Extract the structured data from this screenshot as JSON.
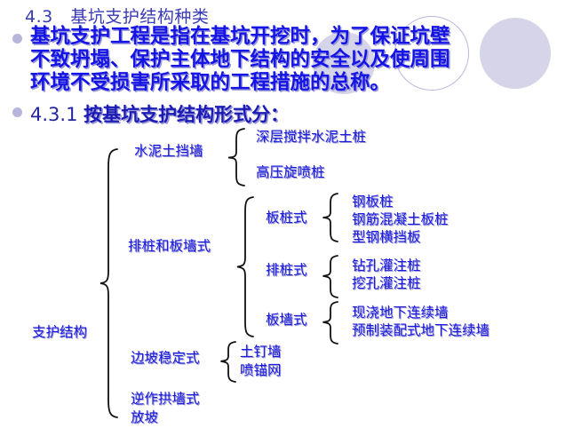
{
  "slide": {
    "title": {
      "number": "4.3",
      "text": "基坑支护结构种类"
    },
    "paragraph": {
      "lines": [
        "基坑支护工程是指在基坑开挖时，为了保证坑壁",
        "不致坍塌、保护主体地下结构的安全以及使周围",
        "环境不受损害所采取的工程措施的总称。"
      ]
    },
    "subheading": {
      "number": "4.3.1",
      "text": "按基坑支护结构形式分："
    },
    "colors": {
      "title": "#3a3ab5",
      "body_blue": "#1414e6",
      "shadow_violet": "#9a98d8",
      "bullet": "#b7b5dc",
      "deco_fill": "#d5d4e8",
      "deco_ring": "#b9b7d8",
      "brace": "#000000",
      "background": "#ffffff"
    }
  },
  "tree": {
    "root": "支护结构",
    "level1": [
      {
        "label": "水泥土挡墙"
      },
      {
        "label": "排桩和板墙式"
      },
      {
        "label": "边坡稳定式"
      },
      {
        "label": "逆作拱墙式"
      },
      {
        "label": "放坡"
      }
    ],
    "cement_wall_items": [
      "深层搅拌水泥土桩",
      "高压旋喷桩"
    ],
    "level2": [
      {
        "label": "板桩式"
      },
      {
        "label": "排桩式"
      },
      {
        "label": "板墙式"
      }
    ],
    "sheet_pile_items": [
      "钢板桩",
      "钢筋混凝土板桩",
      "型钢横挡板"
    ],
    "row_pile_items": [
      "钻孔灌注桩",
      "挖孔灌注桩"
    ],
    "slab_wall_items": [
      "现浇地下连续墙",
      "预制装配式地下连续墙"
    ],
    "slope_stable_items": [
      "土钉墙",
      "喷锚网"
    ]
  }
}
